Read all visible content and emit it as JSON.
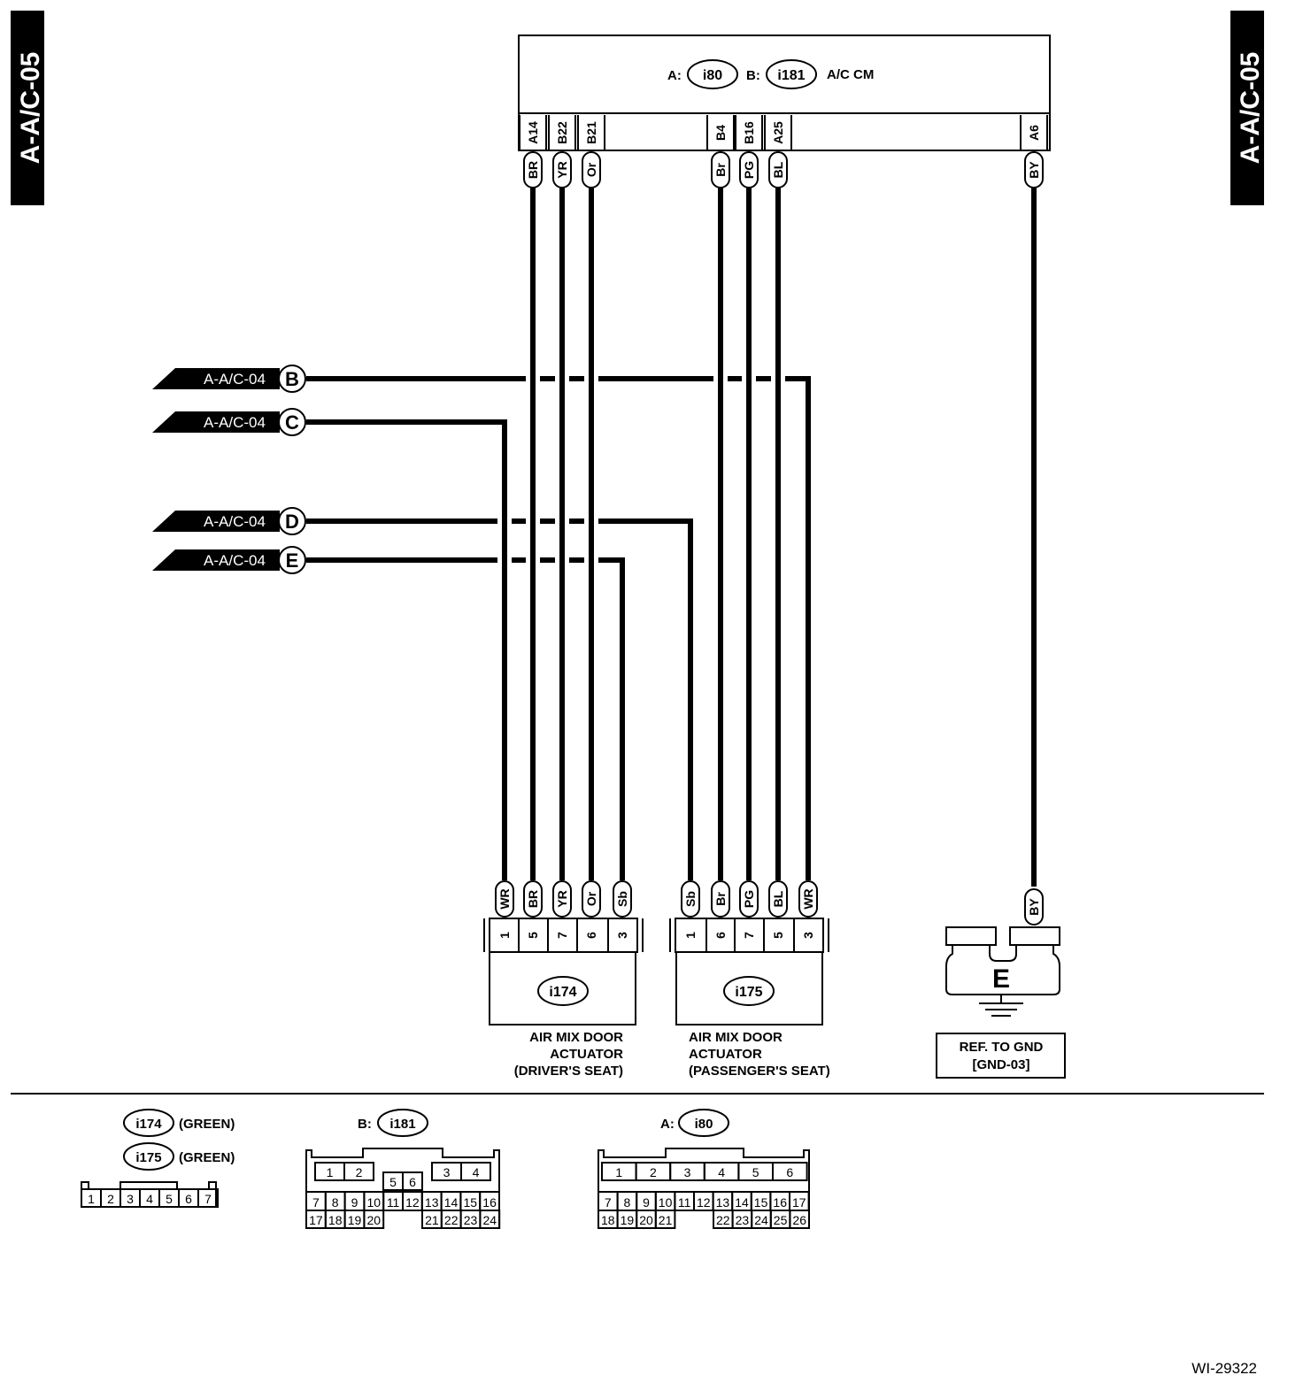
{
  "side_tab": {
    "text": "A-A/C-05"
  },
  "module": {
    "conn_a_prefix": "A:",
    "conn_a": "i80",
    "conn_b_prefix": "B:",
    "conn_b": "i181",
    "name": "A/C CM",
    "pins": [
      {
        "pin": "A14",
        "color": "BR"
      },
      {
        "pin": "B22",
        "color": "YR"
      },
      {
        "pin": "B21",
        "color": "Or"
      },
      {
        "pin": "B4",
        "color": "Br"
      },
      {
        "pin": "B16",
        "color": "PG"
      },
      {
        "pin": "A25",
        "color": "BL"
      },
      {
        "pin": "A6",
        "color": "BY"
      }
    ]
  },
  "references": [
    {
      "page": "A-A/C-04",
      "letter": "B"
    },
    {
      "page": "A-A/C-04",
      "letter": "C"
    },
    {
      "page": "A-A/C-04",
      "letter": "D"
    },
    {
      "page": "A-A/C-04",
      "letter": "E"
    }
  ],
  "actuator_driver": {
    "connector": "i174",
    "title": [
      "AIR MIX DOOR",
      "ACTUATOR",
      "(DRIVER'S SEAT)"
    ],
    "pins": [
      {
        "pin": "1",
        "color": "WR"
      },
      {
        "pin": "5",
        "color": "BR"
      },
      {
        "pin": "7",
        "color": "YR"
      },
      {
        "pin": "6",
        "color": "Or"
      },
      {
        "pin": "3",
        "color": "Sb"
      }
    ]
  },
  "actuator_passenger": {
    "connector": "i175",
    "title": [
      "AIR MIX DOOR",
      "ACTUATOR",
      "(PASSENGER'S SEAT)"
    ],
    "pins": [
      {
        "pin": "1",
        "color": "Sb"
      },
      {
        "pin": "6",
        "color": "Br"
      },
      {
        "pin": "7",
        "color": "PG"
      },
      {
        "pin": "5",
        "color": "BL"
      },
      {
        "pin": "3",
        "color": "WR"
      }
    ]
  },
  "ground": {
    "wire_color": "BY",
    "letter": "E",
    "ref_lines": [
      "REF. TO GND",
      "[GND-03]"
    ]
  },
  "legend": {
    "i174": "i174",
    "i174_color": "(GREEN)",
    "i175": "i175",
    "i175_color": "(GREEN)",
    "i174_pins": [
      "1",
      "2",
      "3",
      "4",
      "5",
      "6",
      "7"
    ],
    "b_prefix": "B:",
    "b_conn": "i181",
    "b_row1": [
      "1",
      "2",
      "",
      "",
      "3",
      "4"
    ],
    "b_mid": [
      "5",
      "6"
    ],
    "b_row2": [
      "7",
      "8",
      "9",
      "10",
      "11",
      "12",
      "13",
      "14",
      "15",
      "16"
    ],
    "b_row3": [
      "17",
      "18",
      "19",
      "20",
      "21",
      "22",
      "23",
      "24"
    ],
    "a_prefix": "A:",
    "a_conn": "i80",
    "a_row1": [
      "1",
      "2",
      "3",
      "4",
      "5",
      "6"
    ],
    "a_row2": [
      "7",
      "8",
      "9",
      "10",
      "11",
      "12",
      "13",
      "14",
      "15",
      "16",
      "17"
    ],
    "a_row3": [
      "18",
      "19",
      "20",
      "21",
      "22",
      "23",
      "24",
      "25",
      "26"
    ]
  },
  "figure_id": "WI-29322"
}
